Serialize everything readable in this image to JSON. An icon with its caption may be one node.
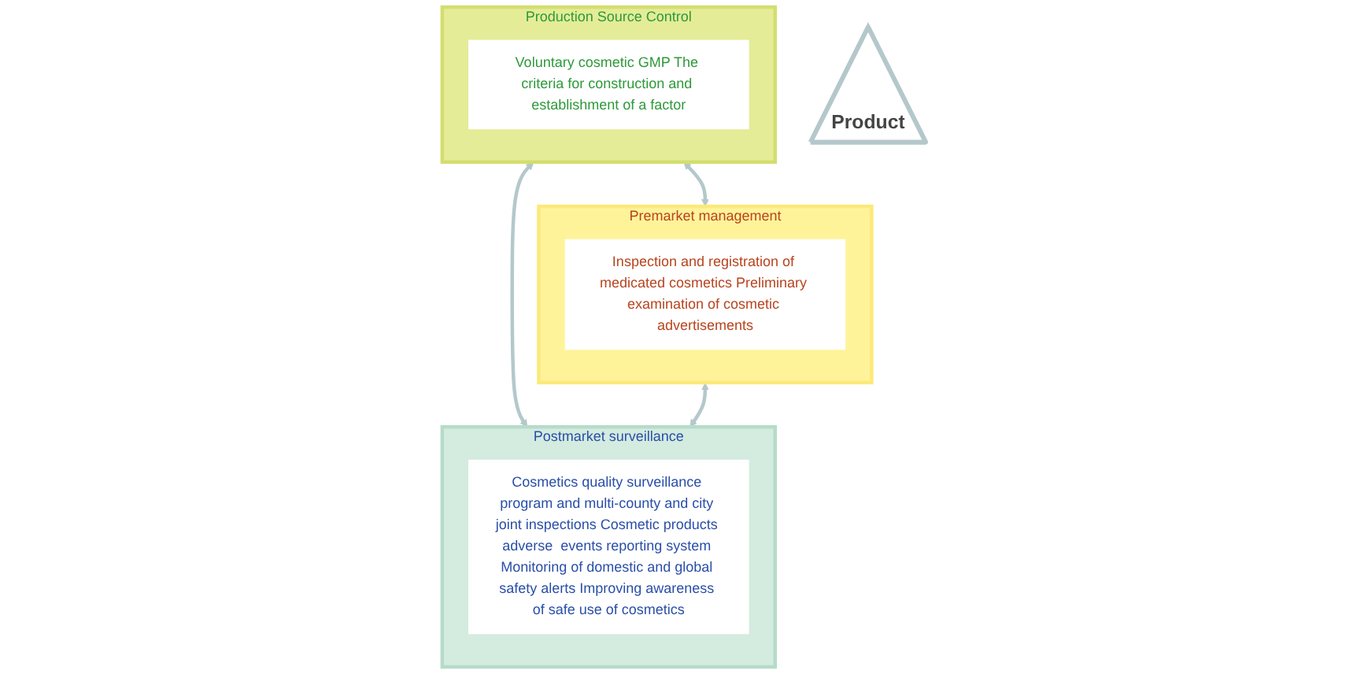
{
  "diagram": {
    "nodes": [
      {
        "text": [
          "Production Source Control"
        ]
      },
      {
        "text": [
          "Voluntary cosmetic GMP The criteria for construction and establishment of a factor"
        ],
        "in": 0
      },
      {
        "text": [
          "Premarket management"
        ]
      },
      {
        "text": [
          "Inspection and registration of medicated cosmetics Preliminary examination of cosmetic advertisements"
        ],
        "in": 2
      },
      {
        "text": [
          "Postmarket surveillance"
        ]
      },
      {
        "text": [
          "Cosmetics quality surveillance program and multi-county and city joint inspections Cosmetic products adverse  events reporting system Monitoring of domestic and global safety alerts Improving awareness of safe use of cosmetics"
        ],
        "in": 4
      },
      {
        "text": [
          "Product"
        ]
      }
    ],
    "edges": [
      {
        "from": 0,
        "to": 2,
        "arrow": "both"
      },
      {
        "from": 0,
        "to": 4,
        "arrow": "both"
      },
      {
        "from": 2,
        "to": 4,
        "arrow": "both"
      }
    ]
  }
}
